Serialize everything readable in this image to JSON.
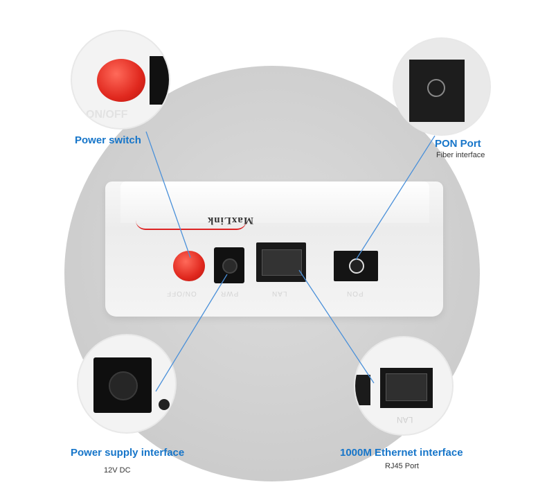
{
  "callouts": {
    "power_switch": {
      "title": "Power switch"
    },
    "pon_port": {
      "title": "PON  Port",
      "subtitle": "Fiber interface"
    },
    "power_supply": {
      "title": "Power supply interface",
      "subtitle": "12V DC"
    },
    "ethernet": {
      "title": "1000M Ethernet interface",
      "subtitle": "RJ45 Port"
    }
  },
  "device": {
    "brand": "MaxLink",
    "port_silk": [
      "ON/OFF",
      "PWR",
      "LAN",
      "PON"
    ]
  },
  "zoom_silk": {
    "power": "ON/OFF",
    "ethernet": "LAN"
  },
  "colors": {
    "label_blue": "#1675c9",
    "leader_blue": "#4a90d9",
    "button_red": "#e0281e",
    "backdrop_gray": "#cfcfcf"
  }
}
